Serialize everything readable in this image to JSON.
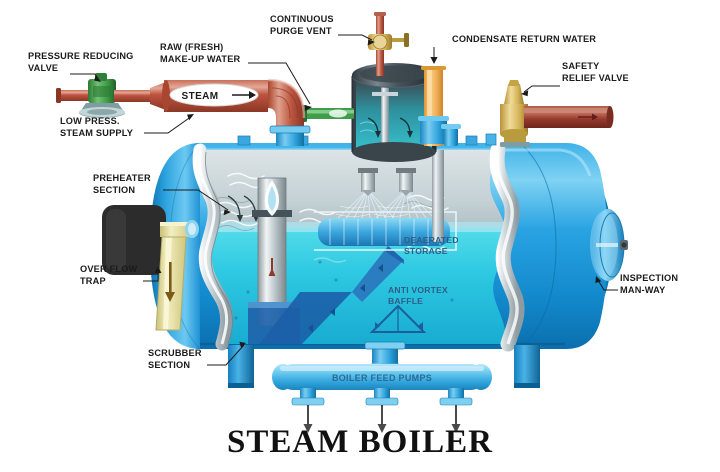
{
  "diagram": {
    "title": "STEAM BOILER",
    "background_color": "#ffffff",
    "subject": "deaerator-steam-boiler-cutaway"
  },
  "callouts": {
    "pressure_reducing_valve": {
      "line1": "PRESSURE REDUCING",
      "line2": "VALVE"
    },
    "low_press_steam_supply": {
      "line1": "LOW PRESS.",
      "line2": "STEAM SUPPLY"
    },
    "raw_makeup_water": {
      "line1": "RAW (FRESH)",
      "line2": "MAKE-UP WATER"
    },
    "continuous_purge_vent": {
      "line1": "CONTINUOUS",
      "line2": "PURGE VENT"
    },
    "condensate_return_water": {
      "line1": "CONDENSATE RETURN WATER"
    },
    "safety_relief_valve": {
      "line1": "SAFETY",
      "line2": "RELIEF VALVE"
    },
    "preheater_section": {
      "line1": "PREHEATER",
      "line2": "SECTION"
    },
    "over_flow_trap": {
      "line1": "OVER FLOW",
      "line2": "TRAP"
    },
    "scrubber_section": {
      "line1": "SCRUBBER",
      "line2": "SECTION"
    },
    "inspection_manway": {
      "line1": "INSPECTION",
      "line2": "MAN-WAY"
    }
  },
  "internal_labels": {
    "deaerated_storage": {
      "line1": "DEAERATED",
      "line2": "STORAGE"
    },
    "anti_vortex_baffle": {
      "line1": "ANTI VORTEX",
      "line2": "BAFFLE"
    },
    "steam_pipe_tag": "STEAM",
    "boiler_feed_pumps": "BOILER FEED PUMPS"
  },
  "colors": {
    "shell_blue_light": "#6fc6ef",
    "shell_blue": "#1f9fe0",
    "shell_blue_dark": "#0d78b8",
    "water_cyan": "#2ec7e0",
    "water_deep": "#1aa7cf",
    "cut_edge_grey": "#b9c2c6",
    "steam_pipe_red": "#b44a38",
    "steam_pipe_light": "#d98b78",
    "valve_green": "#3d9a45",
    "brass": "#d7b65a",
    "condensate_orange": "#f2b35e",
    "relief_pipe_red": "#9e3b30",
    "overflow_yellow": "#e8e2a8",
    "preheater_black": "#2c2c2c",
    "vent_dome_dark": "#4a5257",
    "label_text": "#1b1b1b",
    "inner_label_text": "#2f5f86"
  }
}
